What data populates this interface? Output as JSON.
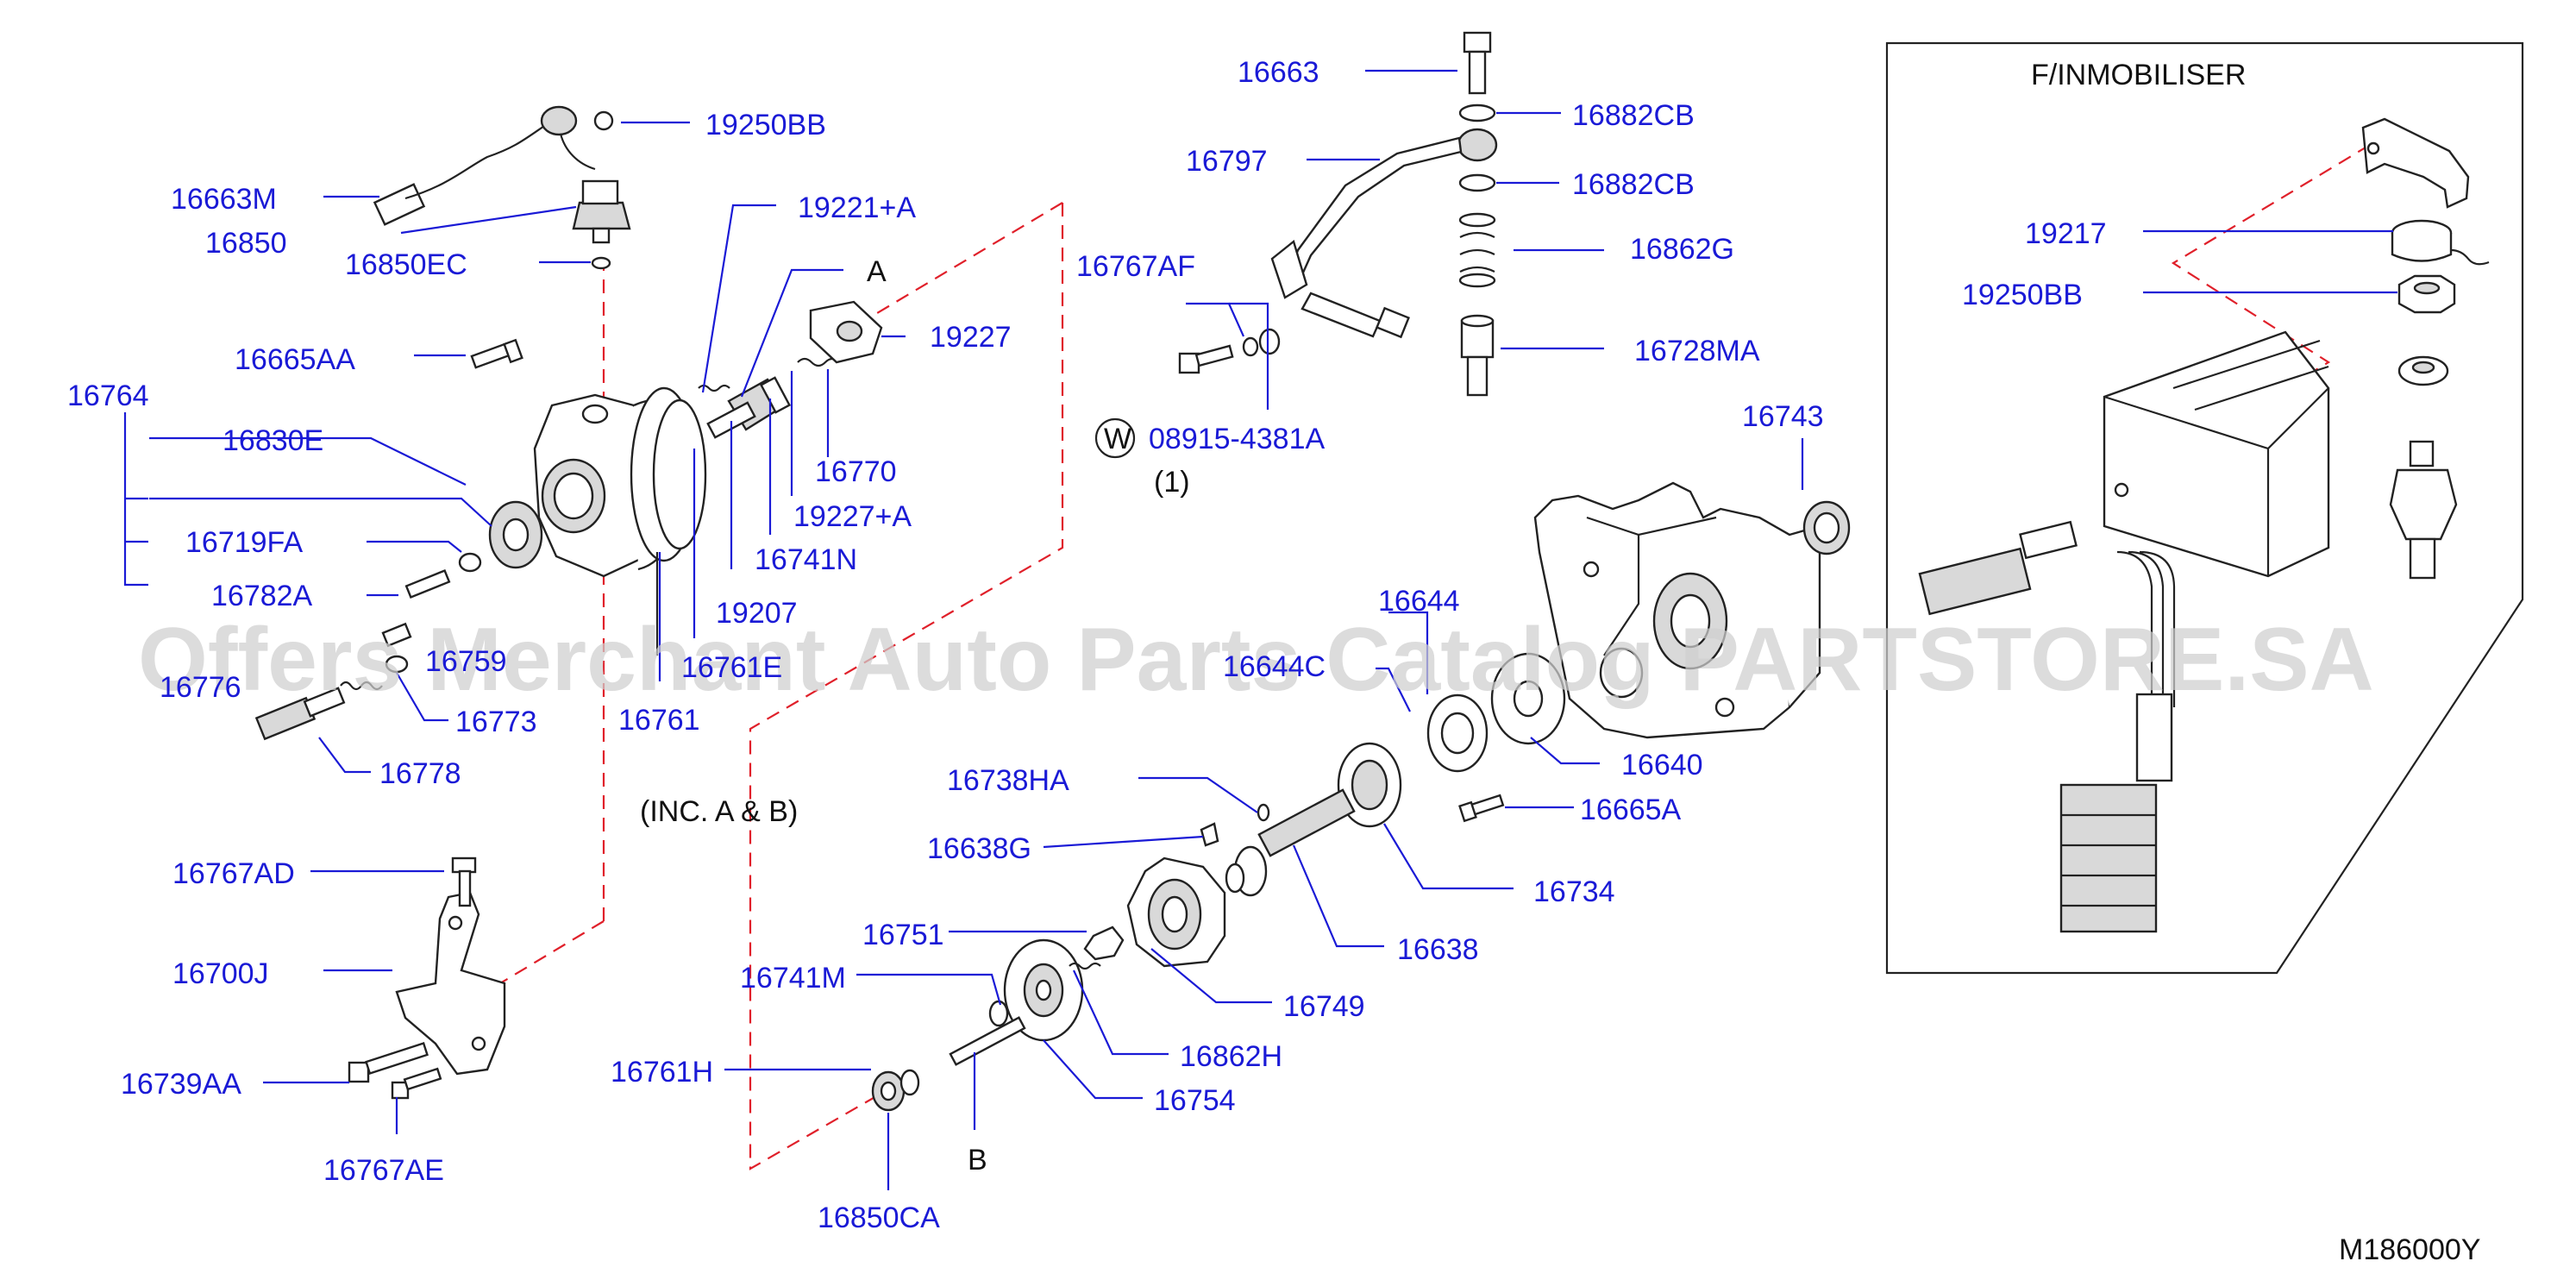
{
  "part_labels": {
    "p19250BB_top": "19250BB",
    "p16663M": "16663M",
    "p16850": "16850",
    "p16850EC": "16850EC",
    "p19221A": "19221+A",
    "pA": "A",
    "p19227": "19227",
    "p16665AA": "16665AA",
    "p16764": "16764",
    "p16830E": "16830E",
    "p16719FA": "16719FA",
    "p16782A": "16782A",
    "p16770": "16770",
    "p19227A": "19227+A",
    "p16741N": "16741N",
    "p19207": "19207",
    "p16776": "16776",
    "p16759": "16759",
    "p16761E": "16761E",
    "p16773": "16773",
    "p16761": "16761",
    "p16778": "16778",
    "p16663": "16663",
    "p16882CB_1": "16882CB",
    "p16797": "16797",
    "p16882CB_2": "16882CB",
    "p16767AF": "16767AF",
    "p16862G": "16862G",
    "p16728MA": "16728MA",
    "p08915": "08915-4381A",
    "pW": "W",
    "pQty": "(1)",
    "p16743": "16743",
    "p16644": "16644",
    "p16644C": "16644C",
    "p16640": "16640",
    "p16665A": "16665A",
    "pInc": "(INC.  A  &  B)",
    "p16738HA": "16738HA",
    "p16638G": "16638G",
    "p16734": "16734",
    "p16638": "16638",
    "p16751": "16751",
    "p16749": "16749",
    "p16741M": "16741M",
    "p16862H": "16862H",
    "p16761H": "16761H",
    "p16754": "16754",
    "pB": "B",
    "p16850CA": "16850CA",
    "p16767AD": "16767AD",
    "p16700J": "16700J",
    "p16739AA": "16739AA",
    "p16767AE": "16767AE",
    "inset_title": "F/INMOBILISER",
    "p19217": "19217",
    "p19250BB_inset": "19250BB",
    "diagram_code": "M186000Y"
  },
  "watermark": "Offers Merchant Auto Parts Catalog PARTSTORE.SA",
  "colors": {
    "label": "#1a1ad6",
    "dashed_boundary": "#e0202a",
    "line_art": "#222222",
    "watermark": "#cfcfcf"
  }
}
